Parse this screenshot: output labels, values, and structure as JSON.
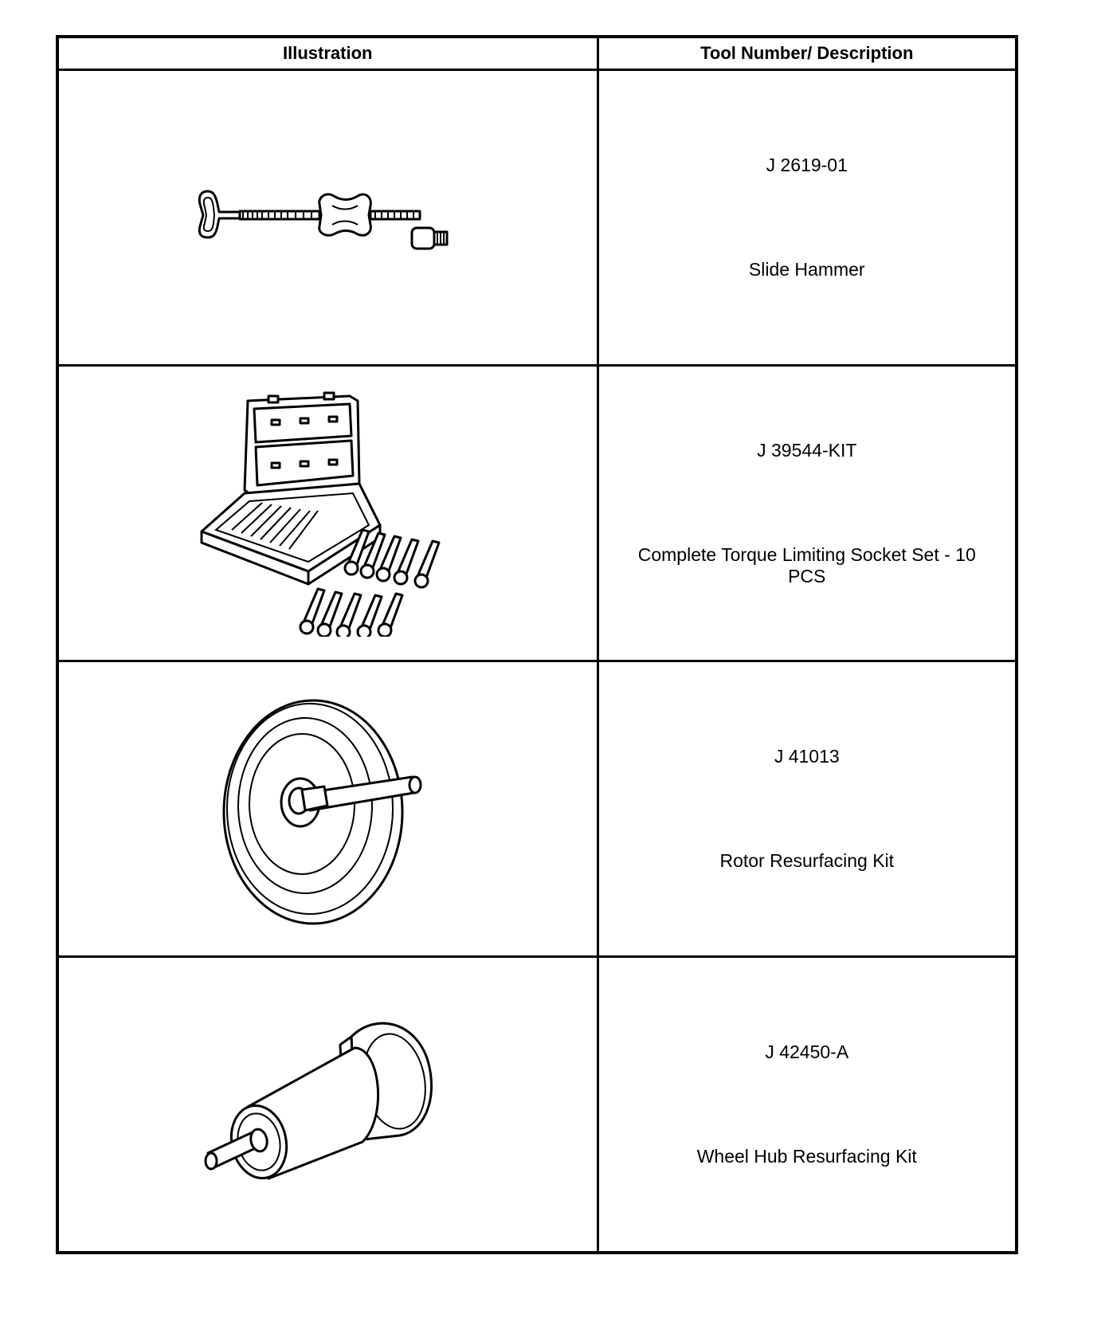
{
  "table": {
    "headers": {
      "illustration": "Illustration",
      "tool": "Tool Number/ Description"
    },
    "rows": [
      {
        "illustration_icon": "slide-hammer-illustration",
        "tool_number": "J 2619-01",
        "description": "Slide Hammer"
      },
      {
        "illustration_icon": "socket-set-case-illustration",
        "tool_number": "J 39544-KIT",
        "description": "Complete Torque Limiting Socket Set - 10 PCS"
      },
      {
        "illustration_icon": "rotor-resurfacing-illustration",
        "tool_number": "J 41013",
        "description": "Rotor Resurfacing Kit"
      },
      {
        "illustration_icon": "wheel-hub-resurfacing-illustration",
        "tool_number": "J 42450-A",
        "description": "Wheel Hub Resurfacing Kit"
      }
    ]
  }
}
